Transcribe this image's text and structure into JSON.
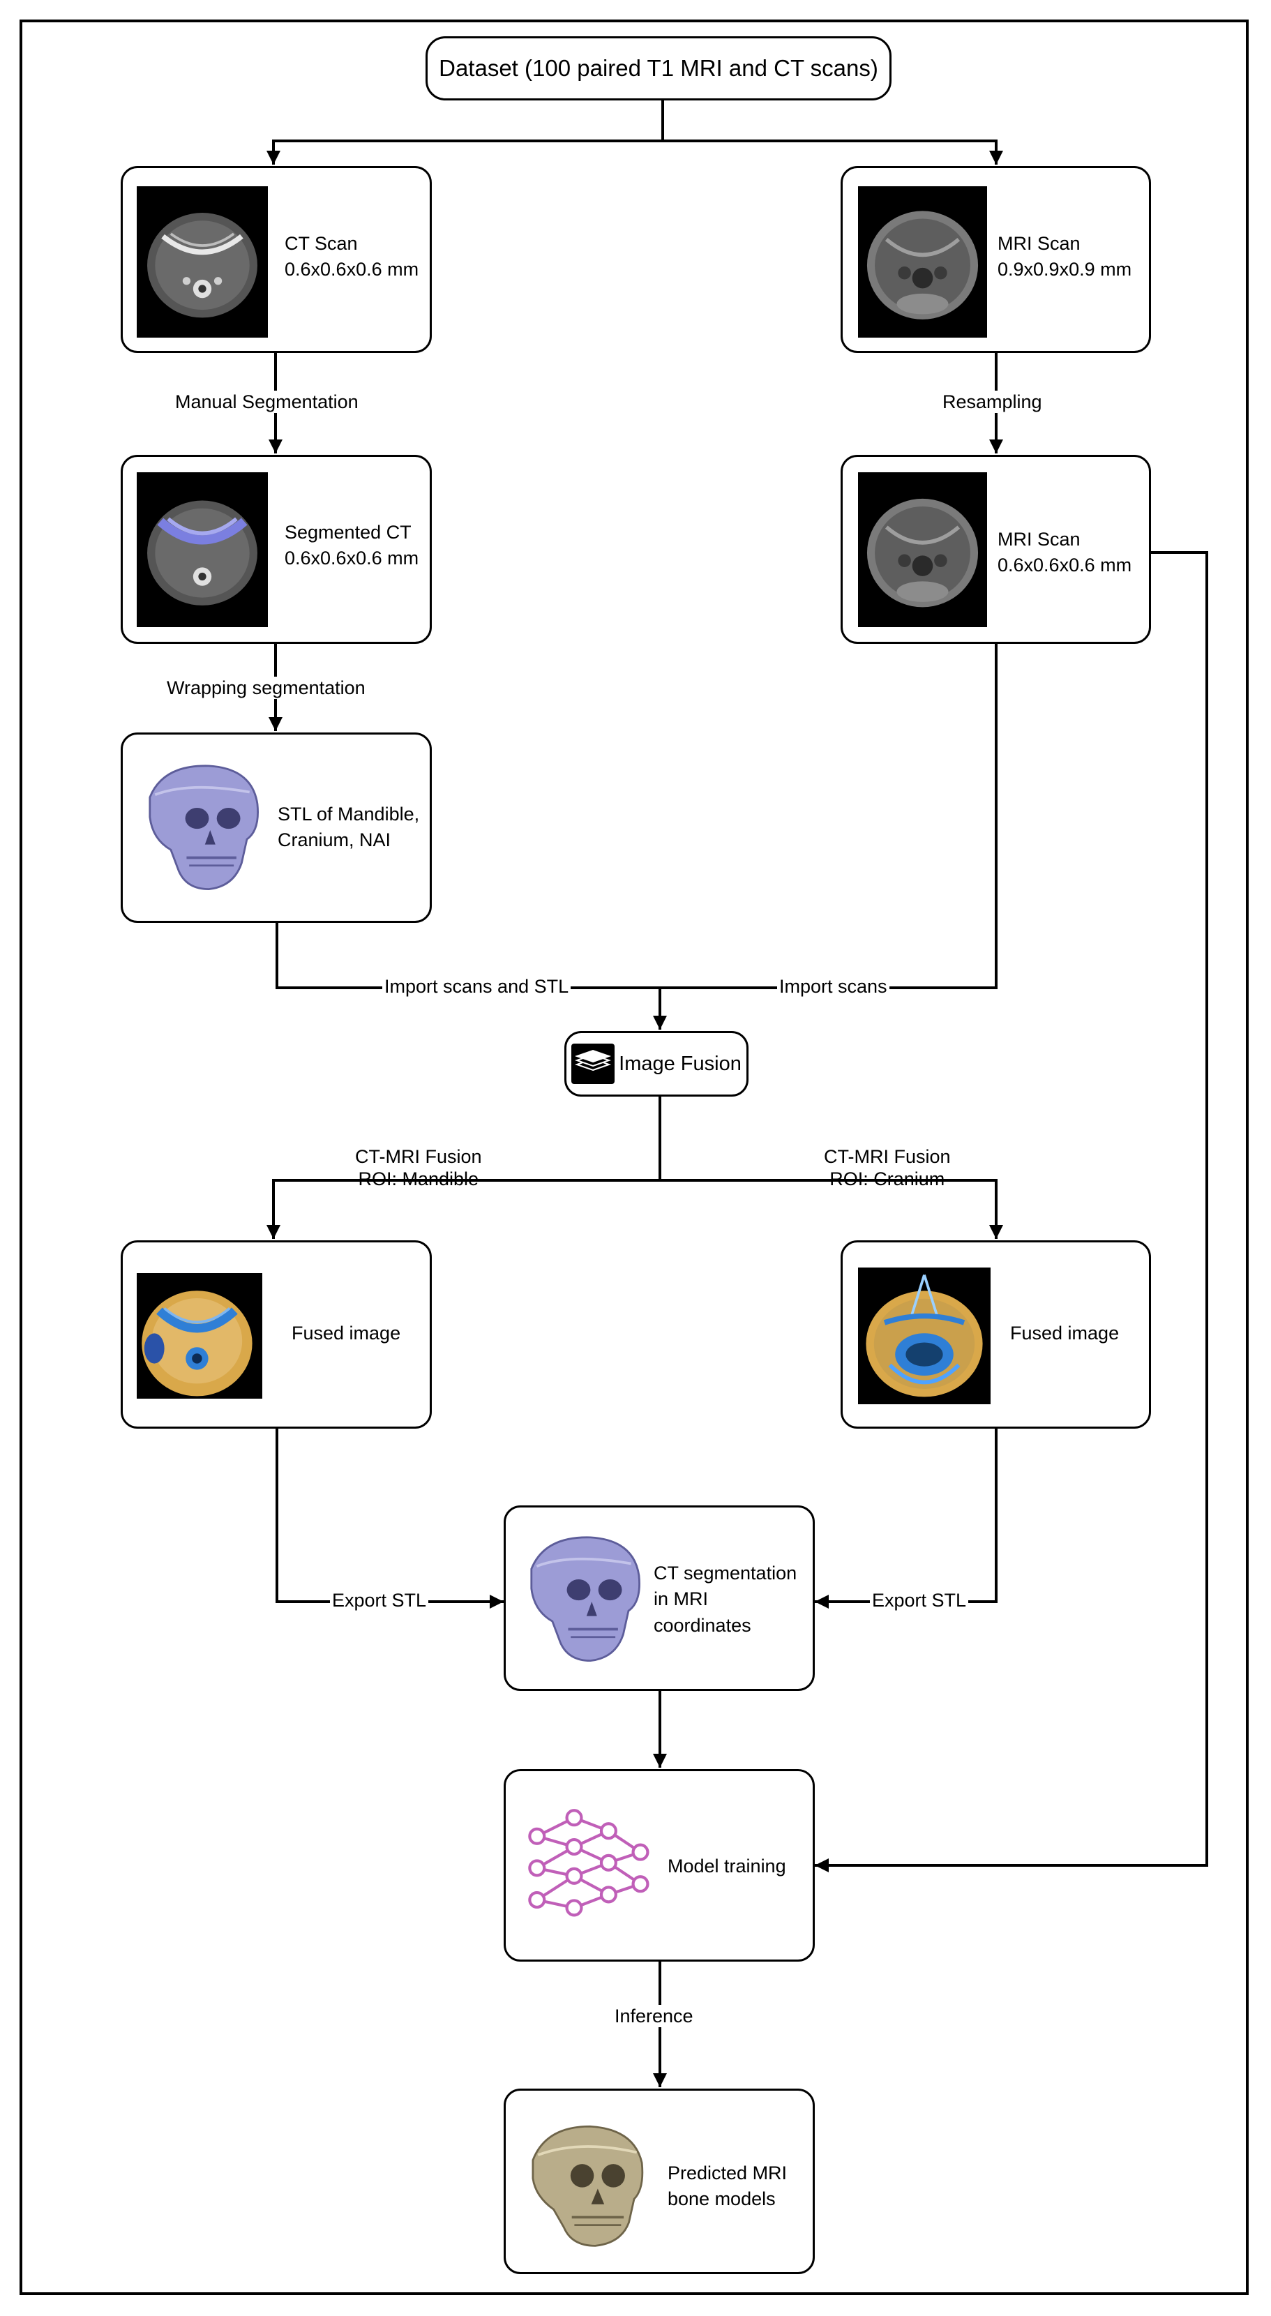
{
  "title": "Dataset (100 paired T1 MRI and CT scans)",
  "nodes": {
    "ct_scan": {
      "line1": "CT Scan",
      "line2": "0.6x0.6x0.6 mm"
    },
    "mri_scan": {
      "line1": "MRI Scan",
      "line2": "0.9x0.9x0.9 mm"
    },
    "segmented_ct": {
      "line1": "Segmented CT",
      "line2": "0.6x0.6x0.6 mm"
    },
    "mri_resampled": {
      "line1": "MRI Scan",
      "line2": "0.6x0.6x0.6 mm"
    },
    "stl": {
      "line1": "STL of Mandible,",
      "line2": "Cranium, NAI"
    },
    "image_fusion": {
      "label": "Image Fusion"
    },
    "fused_left": {
      "label": "Fused image"
    },
    "fused_right": {
      "label": "Fused image"
    },
    "ct_seg_mri": {
      "line1": "CT segmentation",
      "line2": "in MRI",
      "line3": "coordinates"
    },
    "model_training": {
      "label": "Model training"
    },
    "predicted": {
      "line1": "Predicted MRI",
      "line2": "bone models"
    }
  },
  "edges": {
    "manual_segmentation": "Manual Segmentation",
    "resampling": "Resampling",
    "wrapping_segmentation": "Wrapping segmentation",
    "import_scans_stl": "Import scans and STL",
    "import_scans": "Import scans",
    "fusion_left_line1": "CT-MRI Fusion",
    "fusion_left_line2": "ROI: Mandible",
    "fusion_right_line1": "CT-MRI Fusion",
    "fusion_right_line2": "ROI: Cranium",
    "export_stl_left": "Export STL",
    "export_stl_right": "Export STL",
    "inference": "Inference"
  },
  "colors": {
    "line": "#000000",
    "scan_background": "#000000",
    "ct_gray": "#5a5a5a",
    "segmentation_blue": "#7b7fe0",
    "skull_lavender": "#9c9cd6",
    "fused_orange": "#d9a84a",
    "fused_blue": "#2f7fd6",
    "network_magenta": "#c05fb8",
    "predicted_bone": "#b9ad8a"
  },
  "icons": {
    "ct_scan": "ct-axial-slice-icon",
    "mri_scan": "mri-axial-slice-icon",
    "segmented_ct": "segmented-ct-slice-icon",
    "stl": "skull-3d-model-icon",
    "image_fusion": "stacked-layers-icon",
    "fused": "fused-slice-icon",
    "ct_seg_mri": "skull-3d-model-icon",
    "model_training": "neural-network-icon",
    "predicted": "predicted-skull-icon"
  }
}
